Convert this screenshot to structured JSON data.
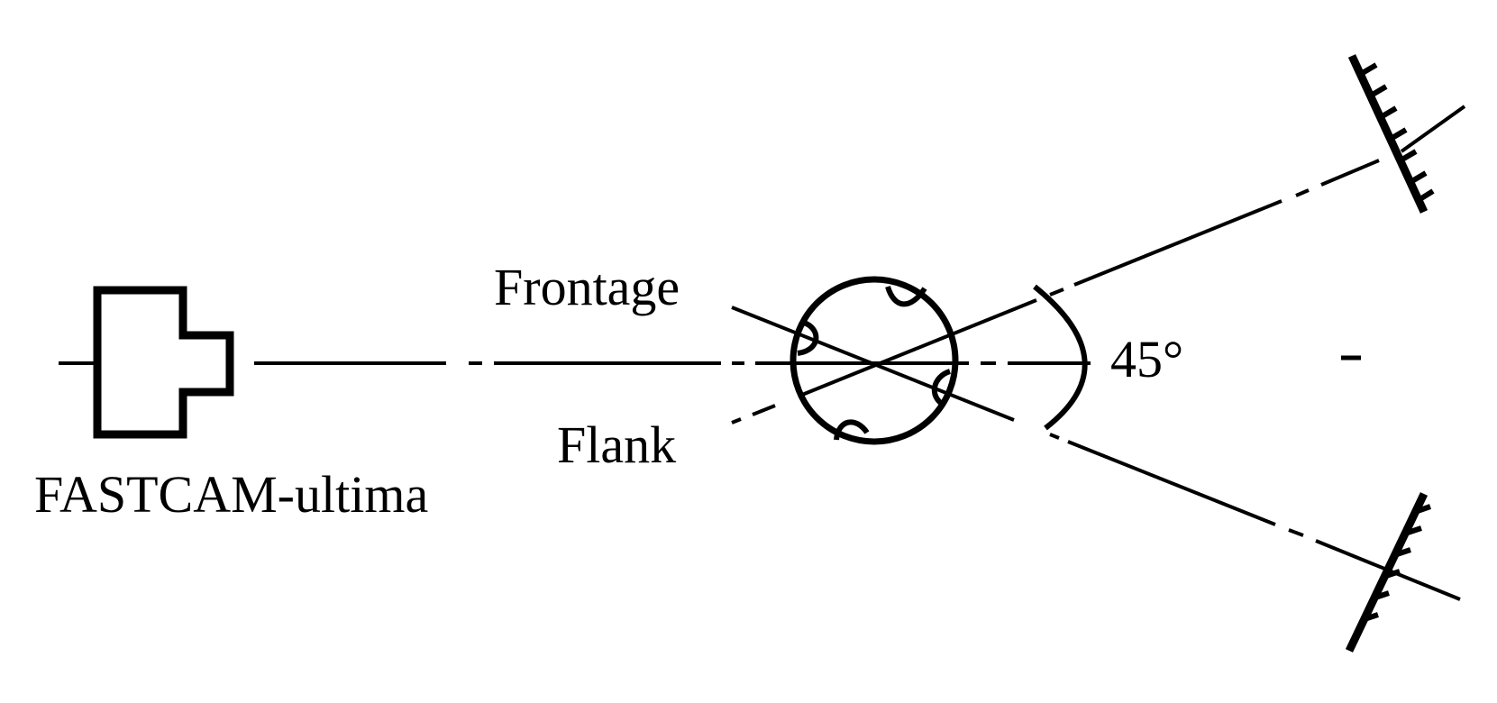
{
  "labels": {
    "camera": "FASTCAM-ultima",
    "frontage": "Frontage",
    "flank": "Flank",
    "angle": "45°"
  },
  "colors": {
    "stroke": "#000000",
    "background": "#ffffff"
  }
}
